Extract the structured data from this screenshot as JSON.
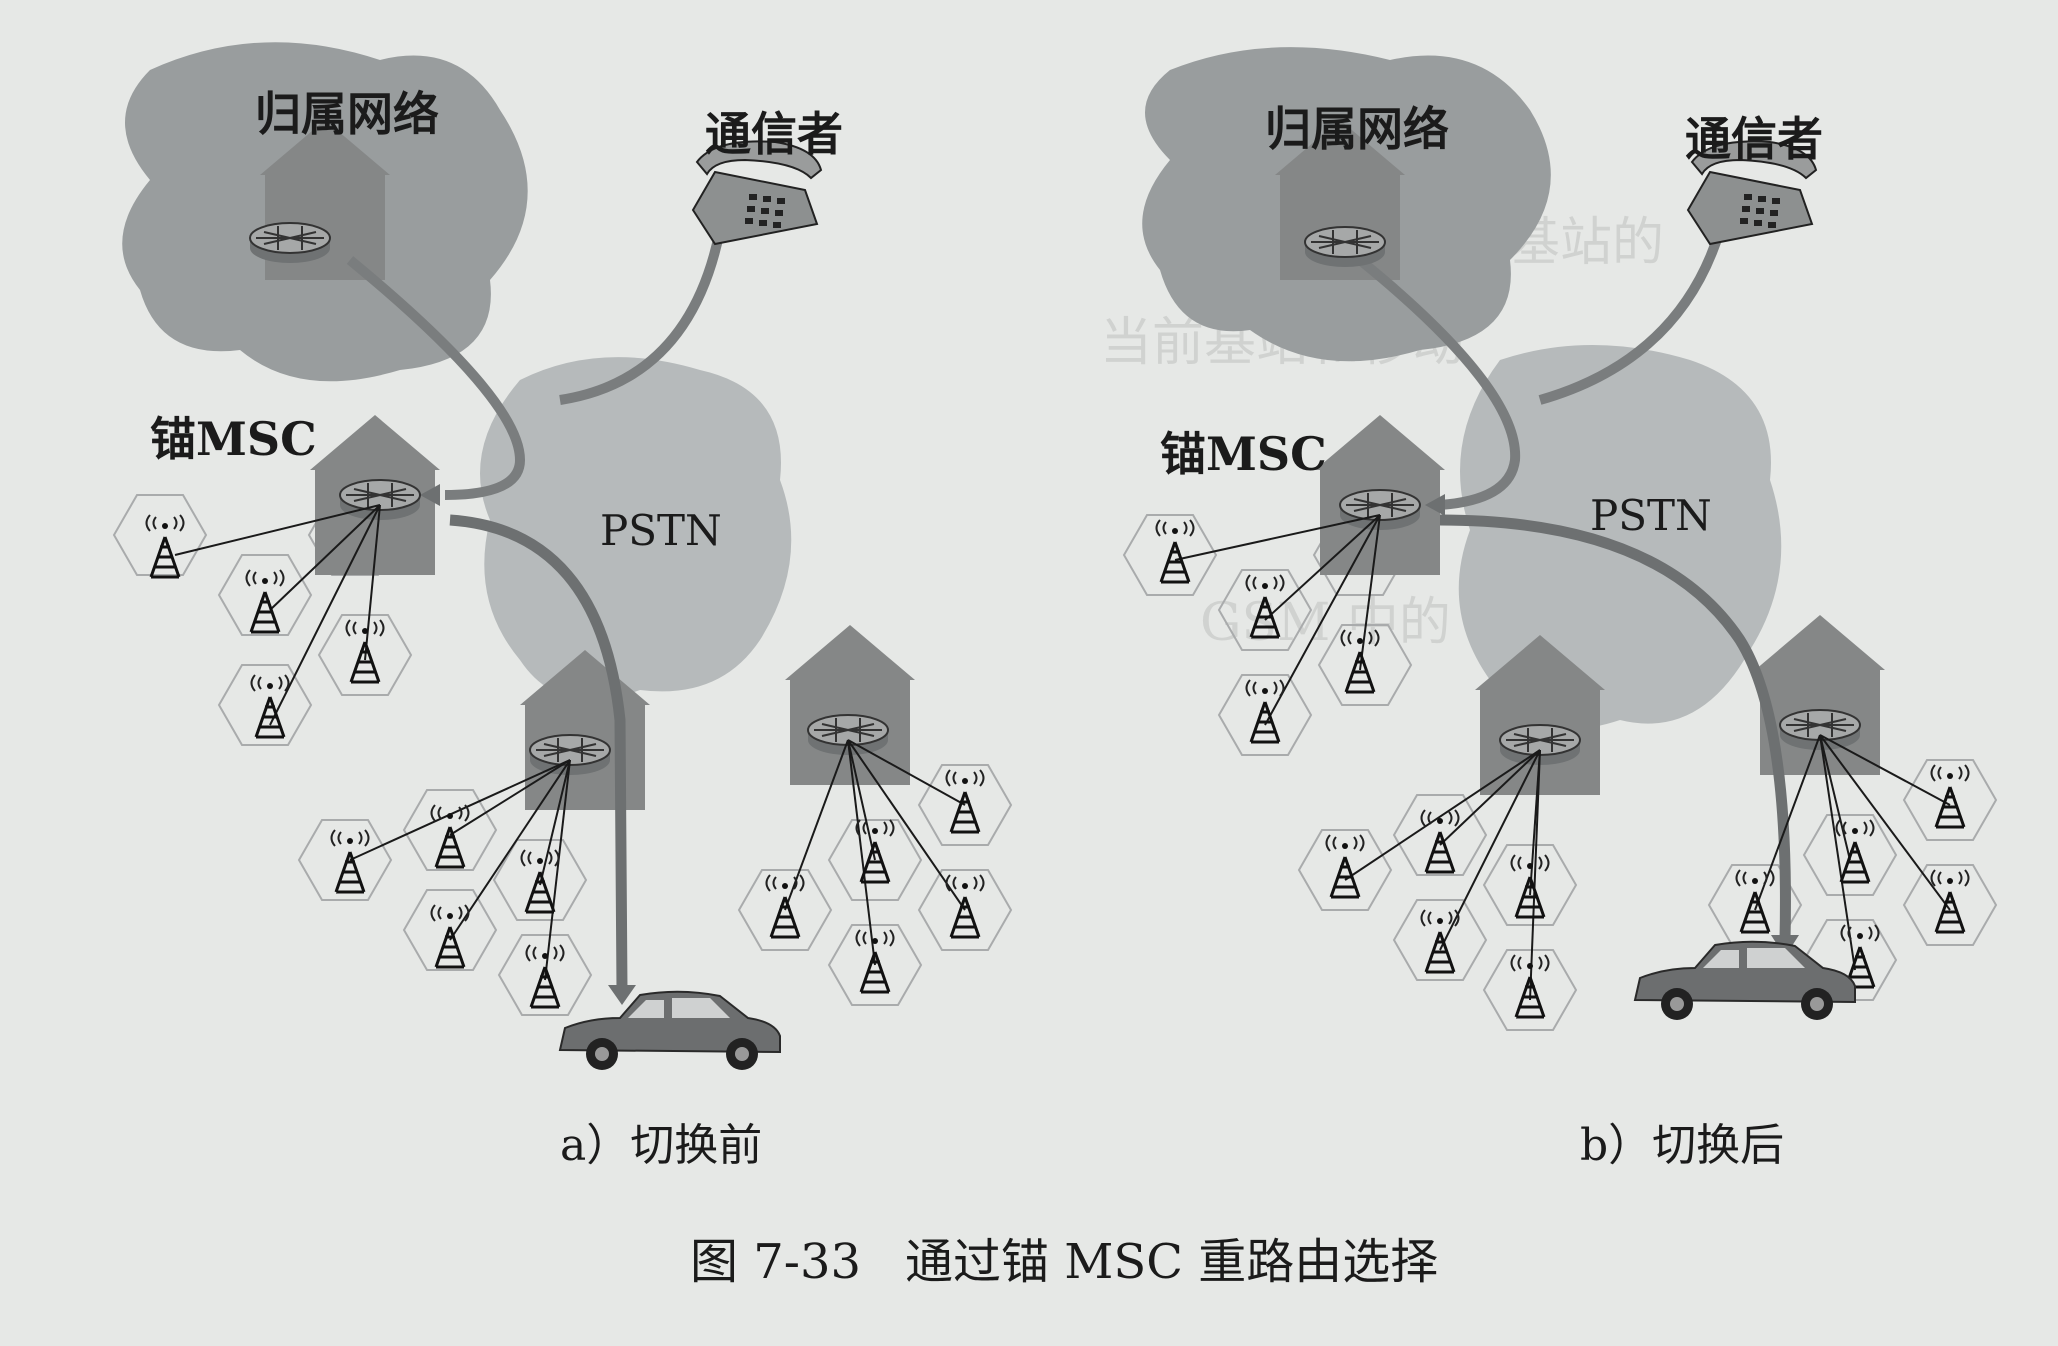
{
  "figure": {
    "number": "图 7-33",
    "title": "通过锚 MSC 重路由选择"
  },
  "panel_a": {
    "caption": "a）切换前",
    "home_network": "归属网络",
    "correspondent": "通信者",
    "anchor_msc": "锚MSC",
    "pstn": "PSTN"
  },
  "panel_b": {
    "caption": "b）切换后",
    "home_network": "归属网络",
    "correspondent": "通信者",
    "anchor_msc": "锚MSC",
    "pstn": "PSTN"
  },
  "colors": {
    "cloud": "#999d9e",
    "pstn_cloud": "#b5b9ba",
    "building": "#8a8c8c",
    "path": "#7a7d7e",
    "cell_border": "#a8aaab"
  },
  "icons": [
    "building-icon",
    "router-icon",
    "phone-icon",
    "tower-icon",
    "car-icon"
  ]
}
